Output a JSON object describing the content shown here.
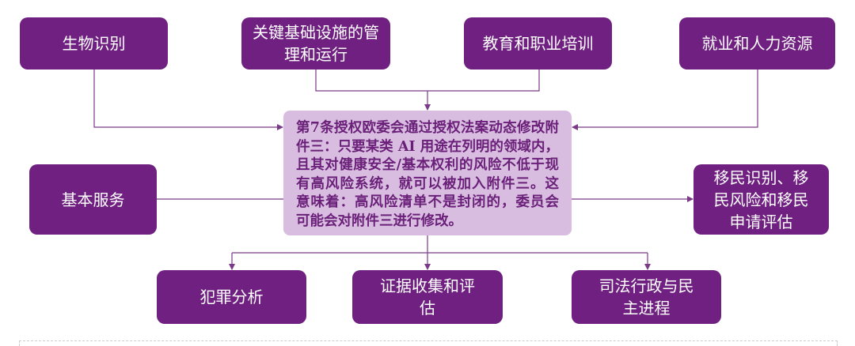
{
  "nodes": {
    "biometrics": "生物识别",
    "critical_infrastructure": "关键基础设施的管理和运行",
    "education": "教育和职业培训",
    "employment": "就业和人力资源",
    "essential_services": "基本服务",
    "migration": "移民识别、移民风险和移民申请评估",
    "crime_analysis": "犯罪分析",
    "evidence": "证据收集和评估",
    "justice": "司法行政与民主进程"
  },
  "center_text": "第7条授权欧委会通过授权法案动态修改附件三：只要某类 AI 用途在列明的领域内，且其对健康安全/基本权利的风险不低于现有高风险系统，就可以被加入附件三。这意味着：高风险清单不是封闭的，委员会可能会对附件三进行修改。",
  "colors": {
    "box": "#6f2080",
    "center": "#d8bde1",
    "line": "#7a3a88"
  }
}
